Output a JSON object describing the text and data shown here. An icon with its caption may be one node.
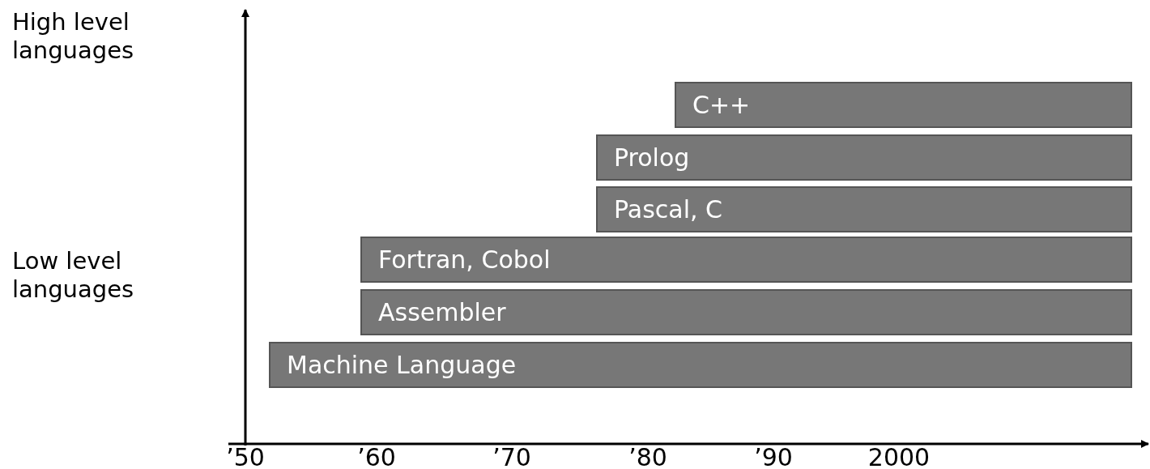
{
  "diagram": {
    "nodes": [
      {
        "text": [
          "C++"
        ]
      },
      {
        "text": [
          "Prolog"
        ]
      },
      {
        "text": [
          "Pascal, C"
        ]
      },
      {
        "text": [
          "Fortran, Cobol"
        ]
      },
      {
        "text": [
          "Assembler"
        ]
      },
      {
        "text": [
          "Machine Language"
        ]
      }
    ],
    "labels": [
      "High level languages",
      "Low level languages",
      "’50",
      "’60",
      "’70",
      "’80",
      "’90",
      "2000"
    ]
  }
}
